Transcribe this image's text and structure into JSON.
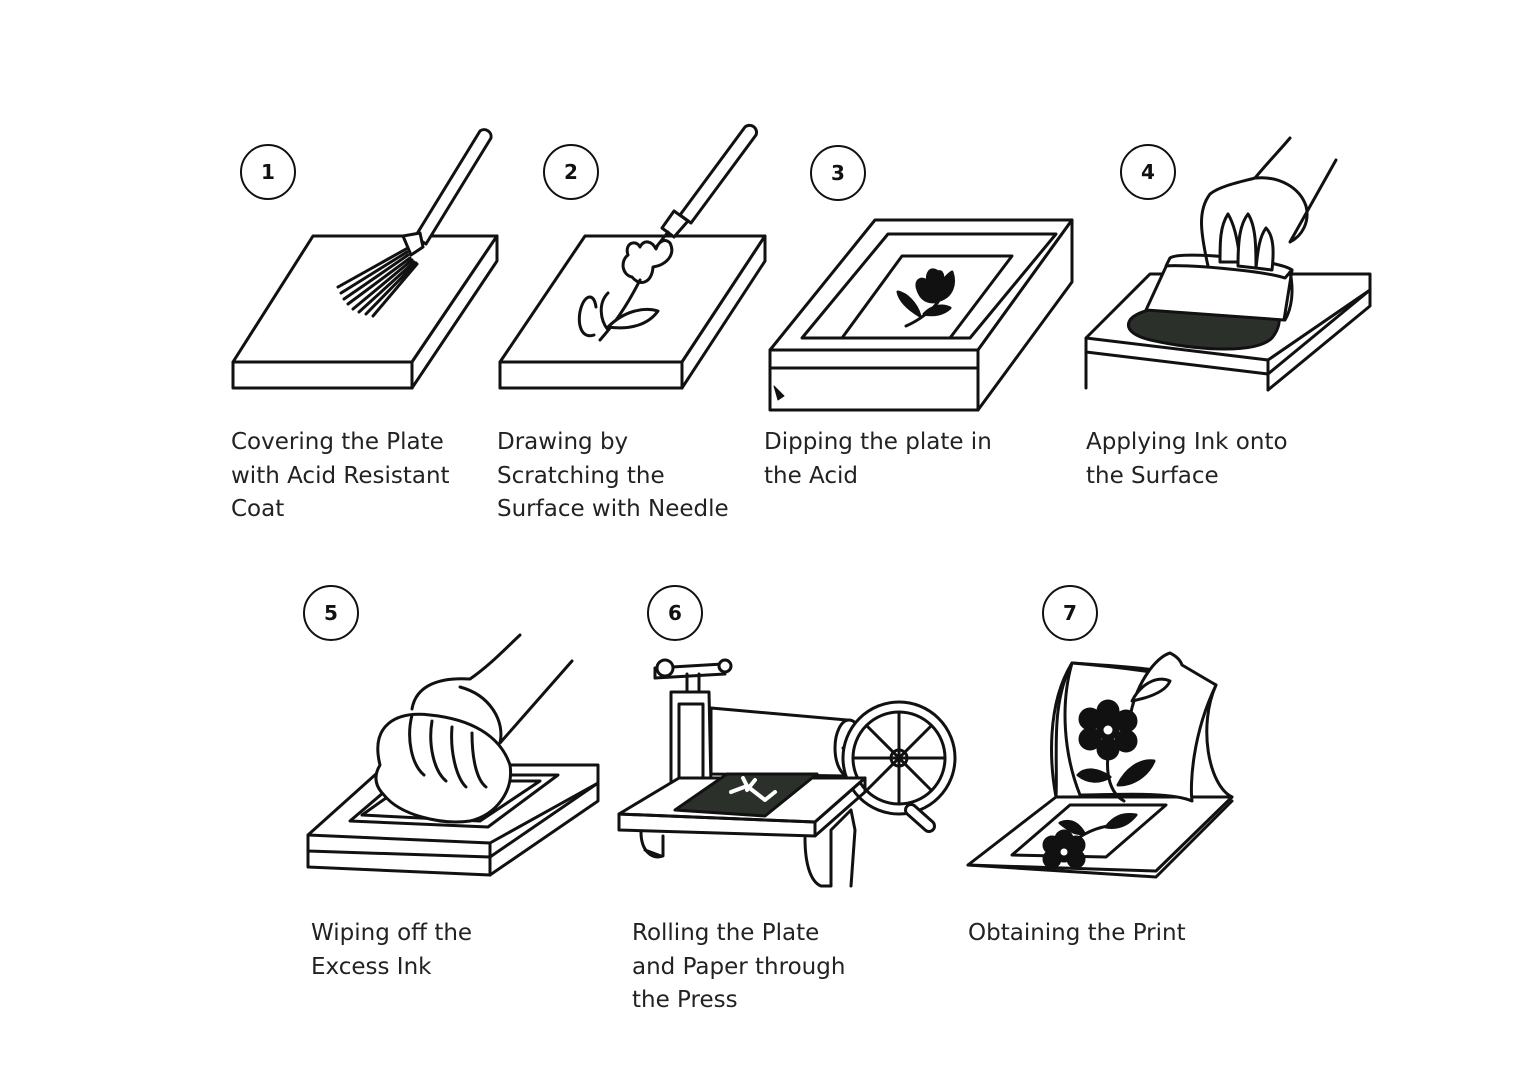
{
  "colors": {
    "ink": "#111111",
    "fill": "#2c302b",
    "paper": "#ffffff"
  },
  "steps": [
    {
      "number": "1",
      "caption": "Covering the Plate\nwith Acid Resistant\nCoat",
      "icon": "brush-on-plate-icon"
    },
    {
      "number": "2",
      "caption": "Drawing by\nScratching the\nSurface with Needle",
      "icon": "needle-drawing-icon"
    },
    {
      "number": "3",
      "caption": "Dipping the plate in\nthe Acid",
      "icon": "acid-tray-icon"
    },
    {
      "number": "4",
      "caption": "Applying Ink onto\nthe Surface",
      "icon": "ink-scraper-icon"
    },
    {
      "number": "5",
      "caption": "Wiping off the\nExcess Ink",
      "icon": "hand-wiping-icon"
    },
    {
      "number": "6",
      "caption": "Rolling the Plate\nand Paper through\nthe Press",
      "icon": "printing-press-icon"
    },
    {
      "number": "7",
      "caption": "Obtaining the Print",
      "icon": "peeling-print-icon"
    }
  ]
}
